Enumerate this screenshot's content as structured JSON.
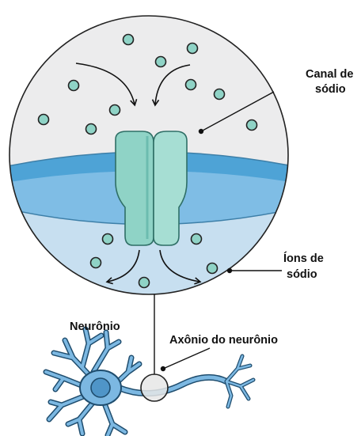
{
  "labels": {
    "sodium_channel_line1": "Canal de",
    "sodium_channel_line2": "sódio",
    "sodium_ions_line1": "Íons de",
    "sodium_ions_line2": "sódio",
    "neuron": "Neurônio",
    "axon": "Axônio do neurônio"
  },
  "colors": {
    "extracellular": "#ececed",
    "membrane_outer": "#4ea3d6",
    "membrane_inner": "#8cc5e8",
    "intracellular": "#c7dff0",
    "channel": "#8fd3c6",
    "channel_stroke": "#2f6f66",
    "ion": "#8fd3c6",
    "neuron": "#7cb8e2",
    "neuron_stroke": "#1f4d6e",
    "outline": "#222222"
  },
  "icons": [
    "sodium-ion-icon",
    "arrow-icon",
    "sodium-channel-icon",
    "neuron-icon"
  ]
}
